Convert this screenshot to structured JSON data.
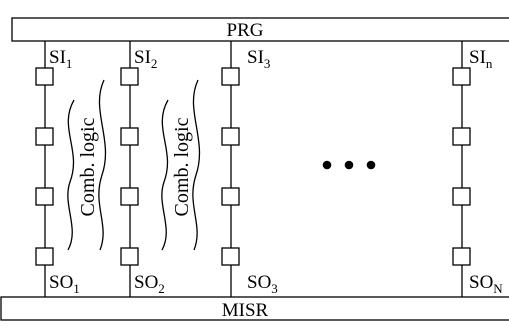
{
  "top_block": {
    "label": "PRG"
  },
  "bottom_block": {
    "label": "MISR"
  },
  "scan_chains": [
    {
      "in_label": "SI",
      "in_sub": "1",
      "out_label": "SO",
      "out_sub": "1"
    },
    {
      "in_label": "SI",
      "in_sub": "2",
      "out_label": "SO",
      "out_sub": "2"
    },
    {
      "in_label": "SI",
      "in_sub": "3",
      "out_label": "SO",
      "out_sub": "3"
    },
    {
      "in_label": "SI",
      "in_sub": "n",
      "out_label": "SO",
      "out_sub": "N"
    }
  ],
  "comb_logic": [
    {
      "label": "Comb. logic"
    },
    {
      "label": "Comb. logic"
    }
  ],
  "ellipsis": {
    "dot_count": 3
  },
  "colors": {
    "stroke": "#000000",
    "background": "#ffffff"
  }
}
